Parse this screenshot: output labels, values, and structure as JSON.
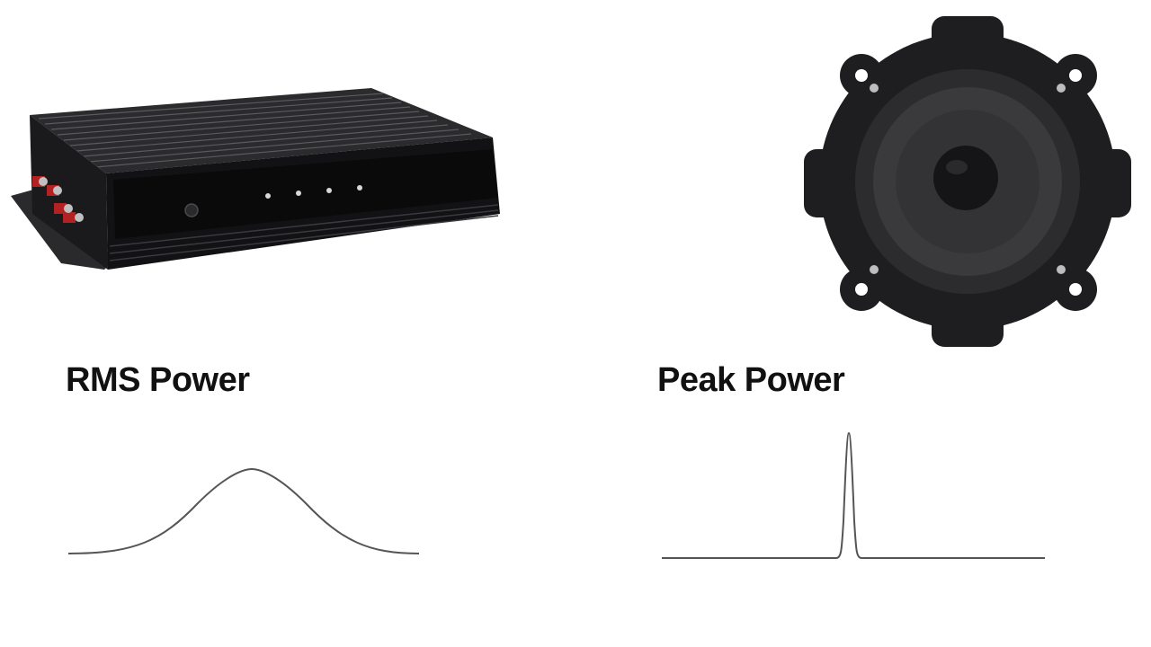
{
  "labels": {
    "rms": "RMS Power",
    "peak": "Peak Power"
  },
  "illustrations": {
    "left": "car-amplifier",
    "right": "speaker-driver"
  },
  "curves": {
    "rms": "broad-bell-curve",
    "peak": "narrow-spike"
  },
  "colors": {
    "text": "#111111",
    "line": "#555555",
    "device_body": "#1c1c1e"
  }
}
